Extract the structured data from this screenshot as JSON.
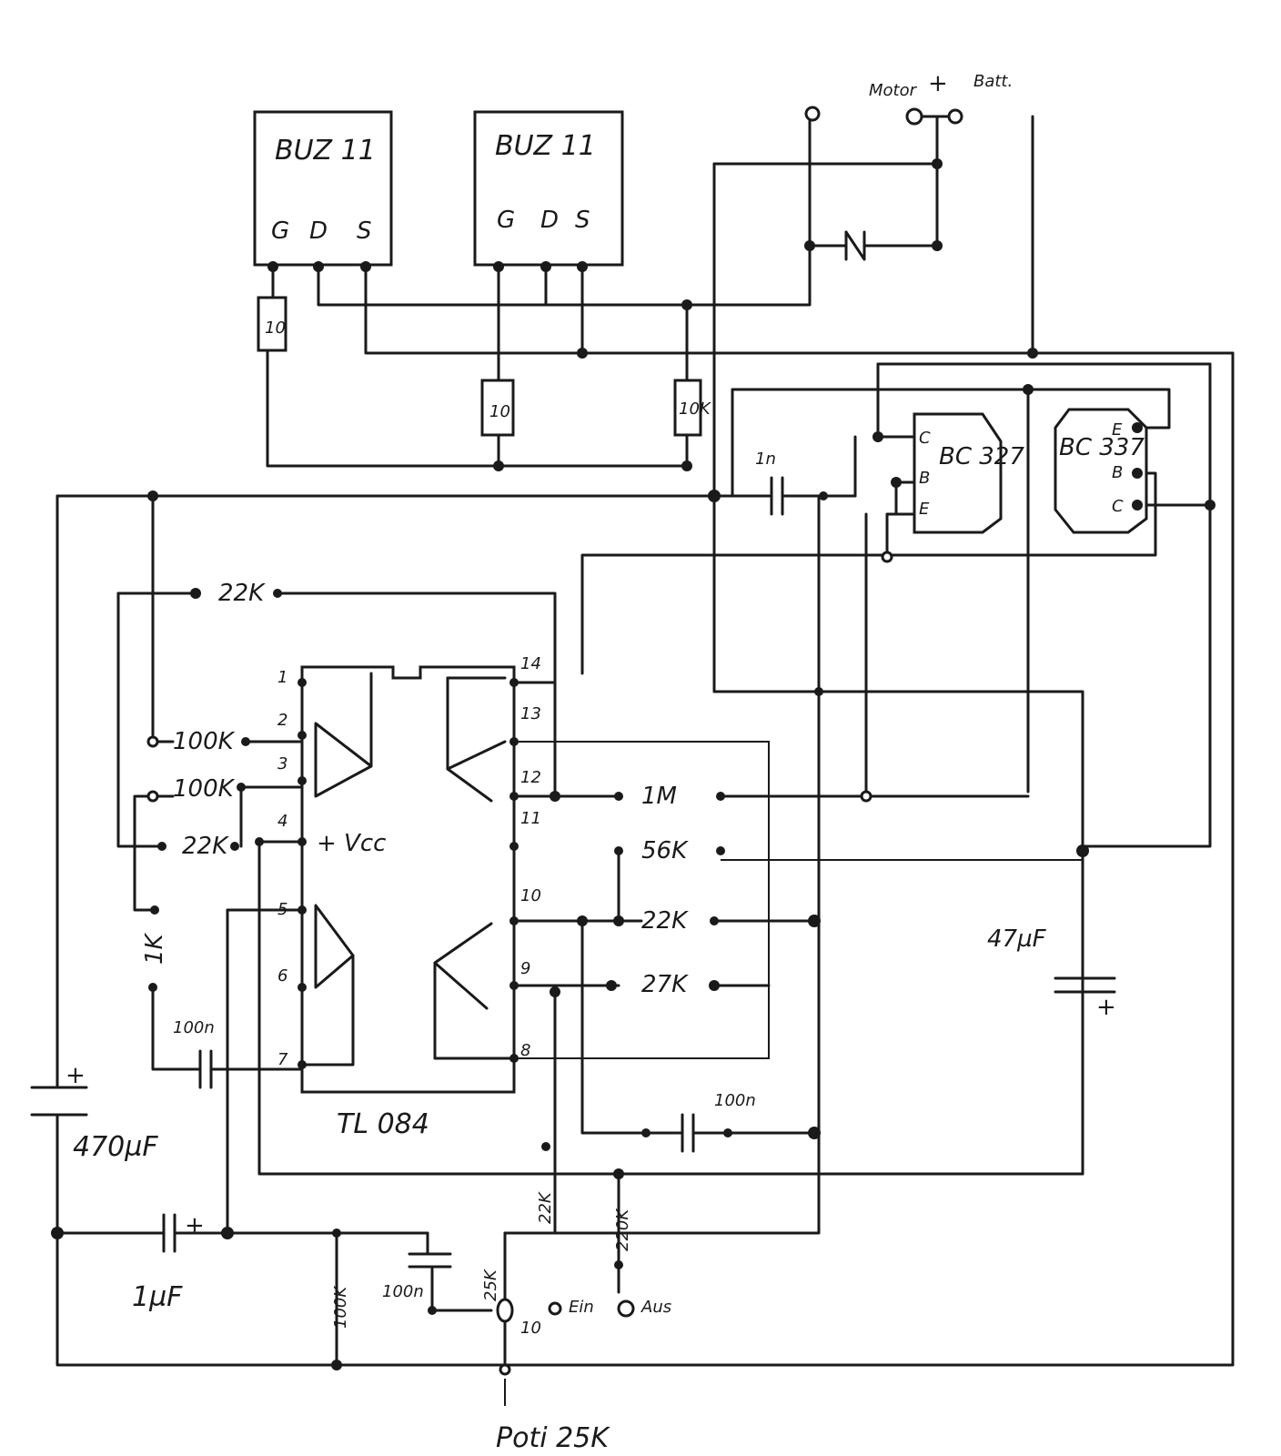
{
  "diagram": {
    "mosfets": [
      {
        "name": "BUZ 11",
        "pins": [
          "G",
          "D",
          "S"
        ]
      },
      {
        "name": "BUZ 11",
        "pins": [
          "G",
          "D",
          "S"
        ]
      }
    ],
    "motor": {
      "label": "Motor",
      "plus": "+",
      "batt_label": "Batt."
    },
    "transistors": [
      {
        "name": "BC 327",
        "pins": [
          "C",
          "B",
          "E"
        ]
      },
      {
        "name": "BC 337",
        "pins": [
          "E",
          "B",
          "C"
        ]
      }
    ],
    "opamp": {
      "name": "TL 084",
      "supply": "+ Vcc",
      "pins": [
        "1",
        "2",
        "3",
        "4",
        "5",
        "6",
        "7",
        "8",
        "9",
        "10",
        "11",
        "12",
        "13",
        "14"
      ]
    },
    "resistors": {
      "gate_1": "10",
      "gate_2": "10",
      "vertical_10k": "10K",
      "r_22k_top": "22K",
      "r_100k_2": "100K",
      "r_100k_3": "100K",
      "r_22k_4": "22K",
      "r_1k": "1K",
      "r_1m": "1M",
      "r_56k": "56K",
      "r_22k_10": "22K",
      "r_27k_9": "27K",
      "r_22k_bottom": "22K",
      "r_220k": "220K",
      "r_100k_bottom": "100K"
    },
    "capacitors": {
      "c_1n": "1n",
      "c_100n_7": "100n",
      "c_100n_10": "100n",
      "c_47uf": "47µF",
      "c_470uf": "470µF",
      "c_1uf": "1µF",
      "c_100n_bottom": "100n"
    },
    "bottom": {
      "poti": "Poti 25K",
      "switch_a": "Ein",
      "switch_b": "Aus",
      "pot_label": "25K",
      "pot_sub": "10"
    }
  }
}
